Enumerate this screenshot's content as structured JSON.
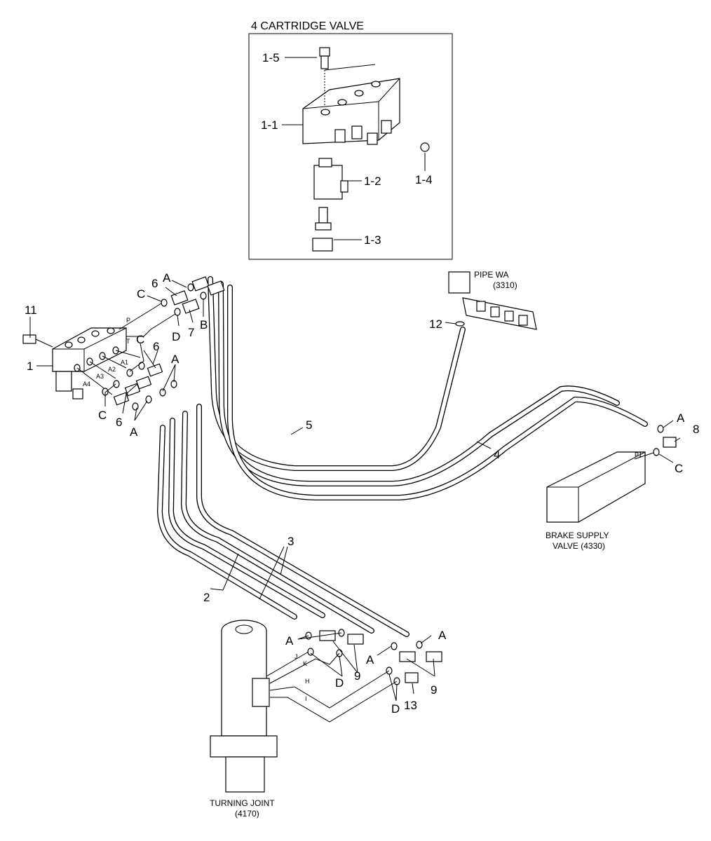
{
  "inset": {
    "title": "4 CARTRIDGE VALVE",
    "callouts": {
      "c1_5": "1-5",
      "c1_1": "1-1",
      "c1_2": "1-2",
      "c1_4": "1-4",
      "c1_3": "1-3"
    }
  },
  "components": {
    "pipe_wa": {
      "name": "PIPE WA",
      "code": "(3310)"
    },
    "brake_supply_valve": {
      "name": "BRAKE SUPPLY",
      "name2": "VALVE (4330)",
      "port": "P1"
    },
    "turning_joint": {
      "name": "TURNING JOINT",
      "code": "(4170)"
    }
  },
  "valve_ports": {
    "p": "P",
    "t": "T",
    "a1": "A1",
    "a2": "A2",
    "a3": "A3",
    "a4": "A4"
  },
  "joint_ports": {
    "j": "J",
    "k": "K",
    "h": "H",
    "i": "I"
  },
  "callouts": {
    "n11": "11",
    "n1": "1",
    "n6a": "6",
    "n6b": "6",
    "n6c": "6",
    "n7": "7",
    "n12": "12",
    "n5": "5",
    "n4": "4",
    "n8": "8",
    "n3": "3",
    "n2": "2",
    "n9a": "9",
    "n9b": "9",
    "n13": "13",
    "aA1": "A",
    "aA2": "A",
    "aA3": "A",
    "aA4": "A",
    "aA5": "A",
    "aA6": "A",
    "aA7": "A",
    "cC1": "C",
    "cC2": "C",
    "cC3": "C",
    "cC4": "C",
    "dB": "B",
    "dD1": "D",
    "dD2": "D",
    "dD3": "D"
  }
}
